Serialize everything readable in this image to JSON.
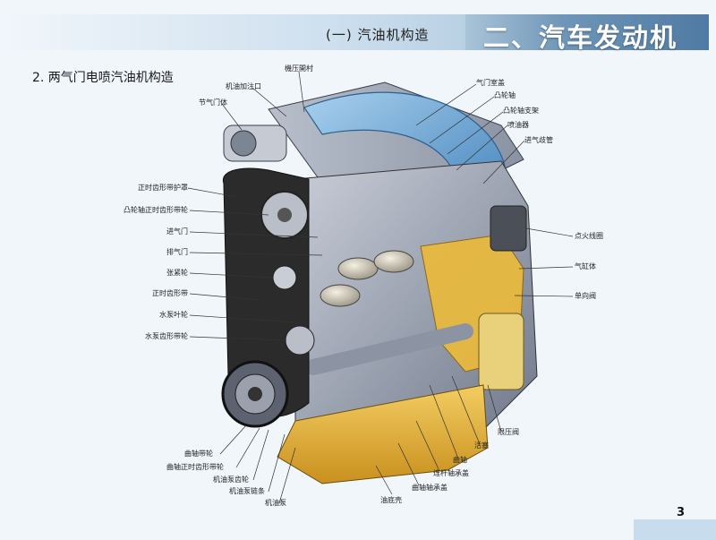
{
  "header": {
    "section_title": "(一) 汽油机构造",
    "chapter_title": "二、汽车发动机"
  },
  "subtitle": "2. 两气门电喷汽油机构造",
  "page_number": "3",
  "colors": {
    "chapter_box": "#6f96b8",
    "header_stripe": "#dbe8f2",
    "background": "#f1f6fb",
    "block": "#9aa3b2",
    "oil_pan": "#e9b63a",
    "intake_pipe": "#6fa8d8",
    "belt": "#2b2b2b"
  },
  "labels_top": [
    {
      "id": "oil-pressure-switch",
      "text": "機压開村"
    },
    {
      "id": "oil-filler",
      "text": "机油加注口"
    },
    {
      "id": "throttle-body",
      "text": "节气门体"
    },
    {
      "id": "valve-cover",
      "text": "气门室盖"
    },
    {
      "id": "camshaft",
      "text": "凸轮轴"
    },
    {
      "id": "camshaft-bracket",
      "text": "凸轮轴支架"
    },
    {
      "id": "injector",
      "text": "喷油器"
    },
    {
      "id": "intake-manifold",
      "text": "进气歧管"
    }
  ],
  "labels_left": [
    {
      "id": "timing-belt-guard",
      "text": "正时齿形带护罩"
    },
    {
      "id": "cam-timing-pulley",
      "text": "凸轮轴正时齿形带轮"
    },
    {
      "id": "intake-valve",
      "text": "进气门"
    },
    {
      "id": "exhaust-valve",
      "text": "排气门"
    },
    {
      "id": "tensioner",
      "text": "张紧轮"
    },
    {
      "id": "timing-belt",
      "text": "正时齿形带"
    },
    {
      "id": "water-pump-impeller",
      "text": "水泵叶轮"
    },
    {
      "id": "water-pump-pulley",
      "text": "水泵齿形带轮"
    }
  ],
  "labels_right": [
    {
      "id": "ignition-coil",
      "text": "点火线圈"
    },
    {
      "id": "cylinder-block",
      "text": "气缸体"
    },
    {
      "id": "check-valve",
      "text": "单向阀"
    }
  ],
  "labels_bottom": [
    {
      "id": "crank-pulley",
      "text": "曲轴带轮"
    },
    {
      "id": "crank-timing-pulley",
      "text": "曲轴正时齿形带轮"
    },
    {
      "id": "oil-pump-drive",
      "text": "机油泵齿轮"
    },
    {
      "id": "oil-pump-chain",
      "text": "机油泵链条"
    },
    {
      "id": "oil-pump",
      "text": "机油泵"
    },
    {
      "id": "oil-pan",
      "text": "油底壳"
    },
    {
      "id": "crank-journal-cap",
      "text": "曲轴轴承盖"
    },
    {
      "id": "conrod-cap",
      "text": "连杆轴承盖"
    },
    {
      "id": "crankshaft",
      "text": "曲轴"
    },
    {
      "id": "piston",
      "text": "活塞"
    },
    {
      "id": "relief-valve",
      "text": "限压阀"
    }
  ]
}
